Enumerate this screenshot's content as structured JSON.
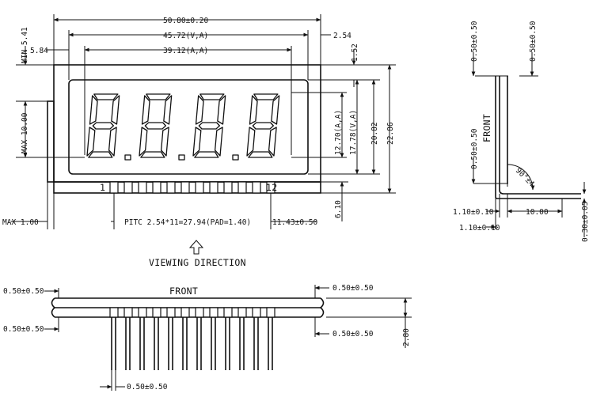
{
  "front_view": {
    "dims": {
      "overall_width": "50.80±0.20",
      "visible_width": "45.72(V,A)",
      "active_width": "39.12(A,A)",
      "right_offset": "2.54",
      "left_offset": "5.84",
      "top_min": "MIN  5.41",
      "top_gap": "1.52",
      "char_height": "MAX  10.00",
      "active_height": "12.70(A,A)",
      "visible_height": "17.78(V,A)",
      "glass_height": "20.82",
      "overall_height": "22.86",
      "pin_drop": "6.10",
      "left_max": "MAX  1.00",
      "pitch": "PITC  2.54*11=27.94(PAD=1.40)",
      "last_pin_offset": "11.43±0.50"
    },
    "pin_first": "1",
    "pin_last": "12"
  },
  "viewing_label": "VIEWING  DIRECTION",
  "side_view": {
    "front_label": "FRONT",
    "dims": {
      "top_left": "0.50±0.50",
      "top_right": "0.50±0.50",
      "mid": "0.50±0.50",
      "angle": "90°±4",
      "left_a": "1.10±0.10",
      "length": "10.00",
      "left_b": "1.10±0.10",
      "thickness": "0.30±0.05"
    }
  },
  "bottom_view": {
    "front_label": "FRONT",
    "dims": {
      "left_top": "0.50±0.50",
      "left_bottom": "0.50±0.50",
      "right_top": "0.50±0.50",
      "right_bottom": "0.50±0.50",
      "height": "2.80",
      "pin_width": "0.50±0.50"
    }
  }
}
